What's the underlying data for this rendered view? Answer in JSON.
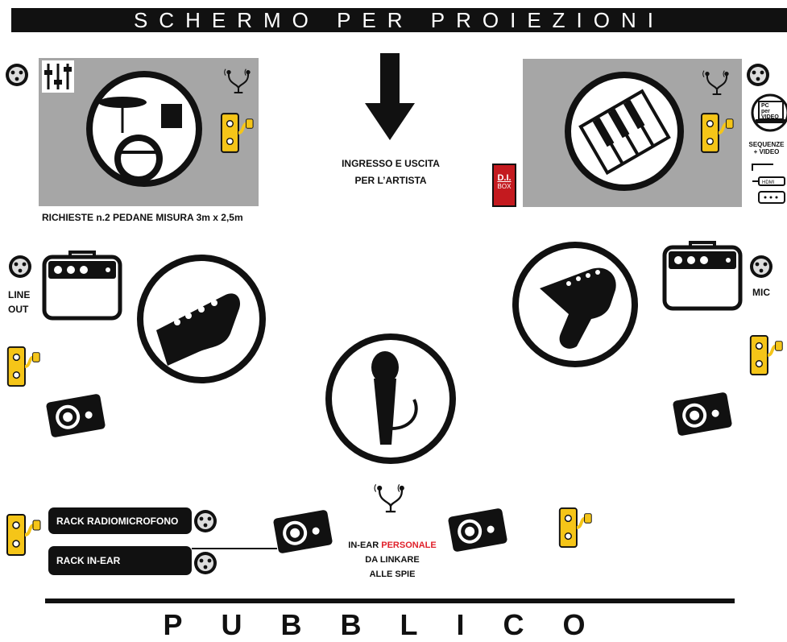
{
  "header": {
    "screen_label": "SCHERMO PER PROIEZIONI"
  },
  "entrance": {
    "line1": "INGRESSO E USCITA",
    "line2": "PER L’ARTISTA"
  },
  "drums": {
    "note": "RICHIESTE n.2 PEDANE MISURA 3m x 2,5m"
  },
  "dj_box": {
    "line1": "D.I.",
    "line2": "BOX"
  },
  "keys_side": {
    "pc_label_1": "PC",
    "pc_label_2": "per",
    "pc_label_3": "VIDEO",
    "seq_label_1": "SEQUENZE",
    "seq_label_2": "+ VIDEO",
    "hdmi_label": "HDMI"
  },
  "bass_amp": {
    "line1": "LINE",
    "line2": "OUT"
  },
  "guitar_amp": {
    "label": "MIC"
  },
  "racks": {
    "radio_mic": "RACK RADIOMICROFONO",
    "in_ear": "RACK IN-EAR"
  },
  "in_ear_note": {
    "part1": "IN-EAR ",
    "part2": "PERSONALE",
    "line2": "DA LINKARE",
    "line3": "ALLE SPIE"
  },
  "footer": {
    "audience_label": "PUBBLICO"
  },
  "colors": {
    "accent_yellow": "#f5c518",
    "riser_gray": "#a6a6a6",
    "highlight_red": "#e0202a",
    "dark": "#111111"
  }
}
